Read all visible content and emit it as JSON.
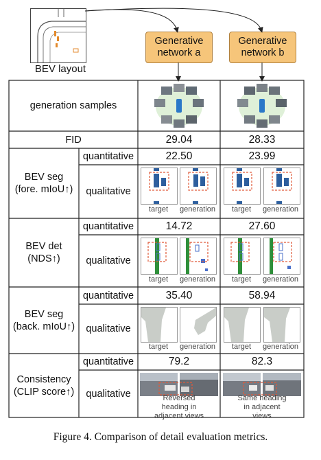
{
  "bev_layout": {
    "label": "BEV layout"
  },
  "networks": {
    "a": "Generative network a",
    "b": "Generative network b"
  },
  "rows": {
    "generation_samples": "generation samples",
    "fid": {
      "label": "FID",
      "a": "29.04",
      "b": "28.33"
    },
    "bev_seg_fore": {
      "label": "BEV seg (fore. mIoU↑)",
      "quantitative": "quantitative",
      "qualitative": "qualitative",
      "a": "22.50",
      "b": "23.99",
      "sub_labels": [
        "target",
        "generation"
      ]
    },
    "bev_det": {
      "label": "BEV det (NDS↑)",
      "quantitative": "quantitative",
      "qualitative": "qualitative",
      "a": "14.72",
      "b": "27.60",
      "sub_labels": [
        "target",
        "generation"
      ]
    },
    "bev_seg_back": {
      "label": "BEV seg (back. mIoU↑)",
      "quantitative": "quantitative",
      "qualitative": "qualitative",
      "a": "35.40",
      "b": "58.94",
      "sub_labels": [
        "target",
        "generation"
      ]
    },
    "consistency": {
      "label": "Consistency (CLIP score↑)",
      "quantitative": "quantitative",
      "qualitative": "qualitative",
      "a": "79.2",
      "b": "82.3",
      "note_a": "Reversed heading in adjacent views",
      "note_b": "Same heading in adjacent views"
    }
  },
  "caption": "Figure 4. Comparison of detail evaluation metrics.",
  "colors": {
    "network_fill": "#f6c57a",
    "highlight": "#e05a3a",
    "seg_blue": "#2e5f9e",
    "det_green": "#2f8f3a"
  }
}
